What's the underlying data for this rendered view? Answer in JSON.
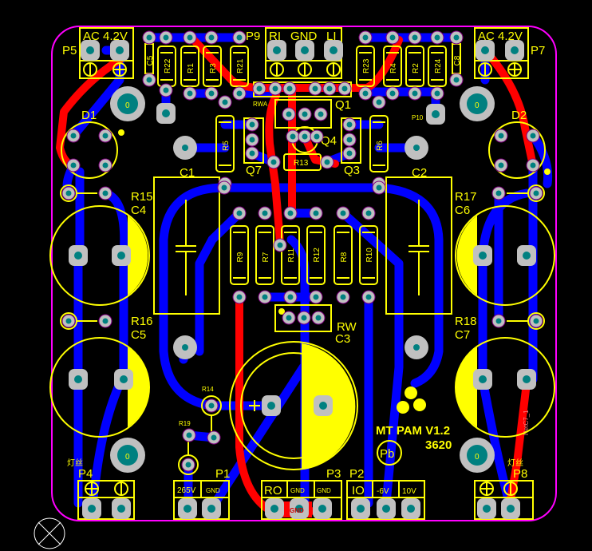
{
  "board": {
    "title": "MT PAM V1.2",
    "code": "3620",
    "pb_mark": "Pb",
    "filament_left": "灯丝",
    "filament_right": "灯丝",
    "net_gnd": "GND",
    "net_c7": "NetC7_1",
    "hole_mark": "0"
  },
  "connectors": {
    "P5": {
      "ref": "P5",
      "label": "AC 4.2V"
    },
    "P7": {
      "ref": "P7",
      "label": "AC 4.2V"
    },
    "P9": {
      "ref": "P9",
      "pins": [
        "RI",
        "GND",
        "LI"
      ]
    },
    "P4": {
      "ref": "P4"
    },
    "P8": {
      "ref": "P8"
    },
    "P1": {
      "ref": "P1",
      "pins": [
        "265V",
        "GND"
      ]
    },
    "P3": {
      "ref": "P3",
      "pins": [
        "RO",
        "GND",
        "GND"
      ]
    },
    "P2": {
      "ref": "P2",
      "pins": [
        "IO",
        "-6V",
        "10V"
      ]
    },
    "P10": {
      "ref": "P10"
    }
  },
  "components": {
    "D1": "D1",
    "D2": "D2",
    "C1": "C1",
    "C2": "C2",
    "C3": "C3",
    "C4": "C4",
    "C5": "C5",
    "C6": "C6",
    "C7": "C7",
    "C8": "C8",
    "R1": "R1",
    "R2": "R2",
    "R3": "R3",
    "R4": "R4",
    "R5": "R5",
    "R6": "R6",
    "R7": "R7",
    "R8": "R8",
    "R9": "R9",
    "R10": "R10",
    "R11": "R11",
    "R12": "R12",
    "R13": "R13",
    "R14": "R14",
    "R15": "R15",
    "R16": "R16",
    "R17": "R17",
    "R18": "R18",
    "R19": "R19",
    "R21": "R21",
    "R22": "R22",
    "R23": "R23",
    "R24": "R24",
    "Q1": "Q1",
    "Q3": "Q3",
    "Q4": "Q4",
    "Q7": "Q7",
    "RWA": "RWA",
    "RW": "RW"
  },
  "colors": {
    "background": "#000000",
    "bottom_copper": "#0000ff",
    "top_copper": "#ff0000",
    "silkscreen": "#ffff00",
    "outline": "#ff00ff",
    "pad": "#c0c0c0",
    "drill": "#008080"
  }
}
